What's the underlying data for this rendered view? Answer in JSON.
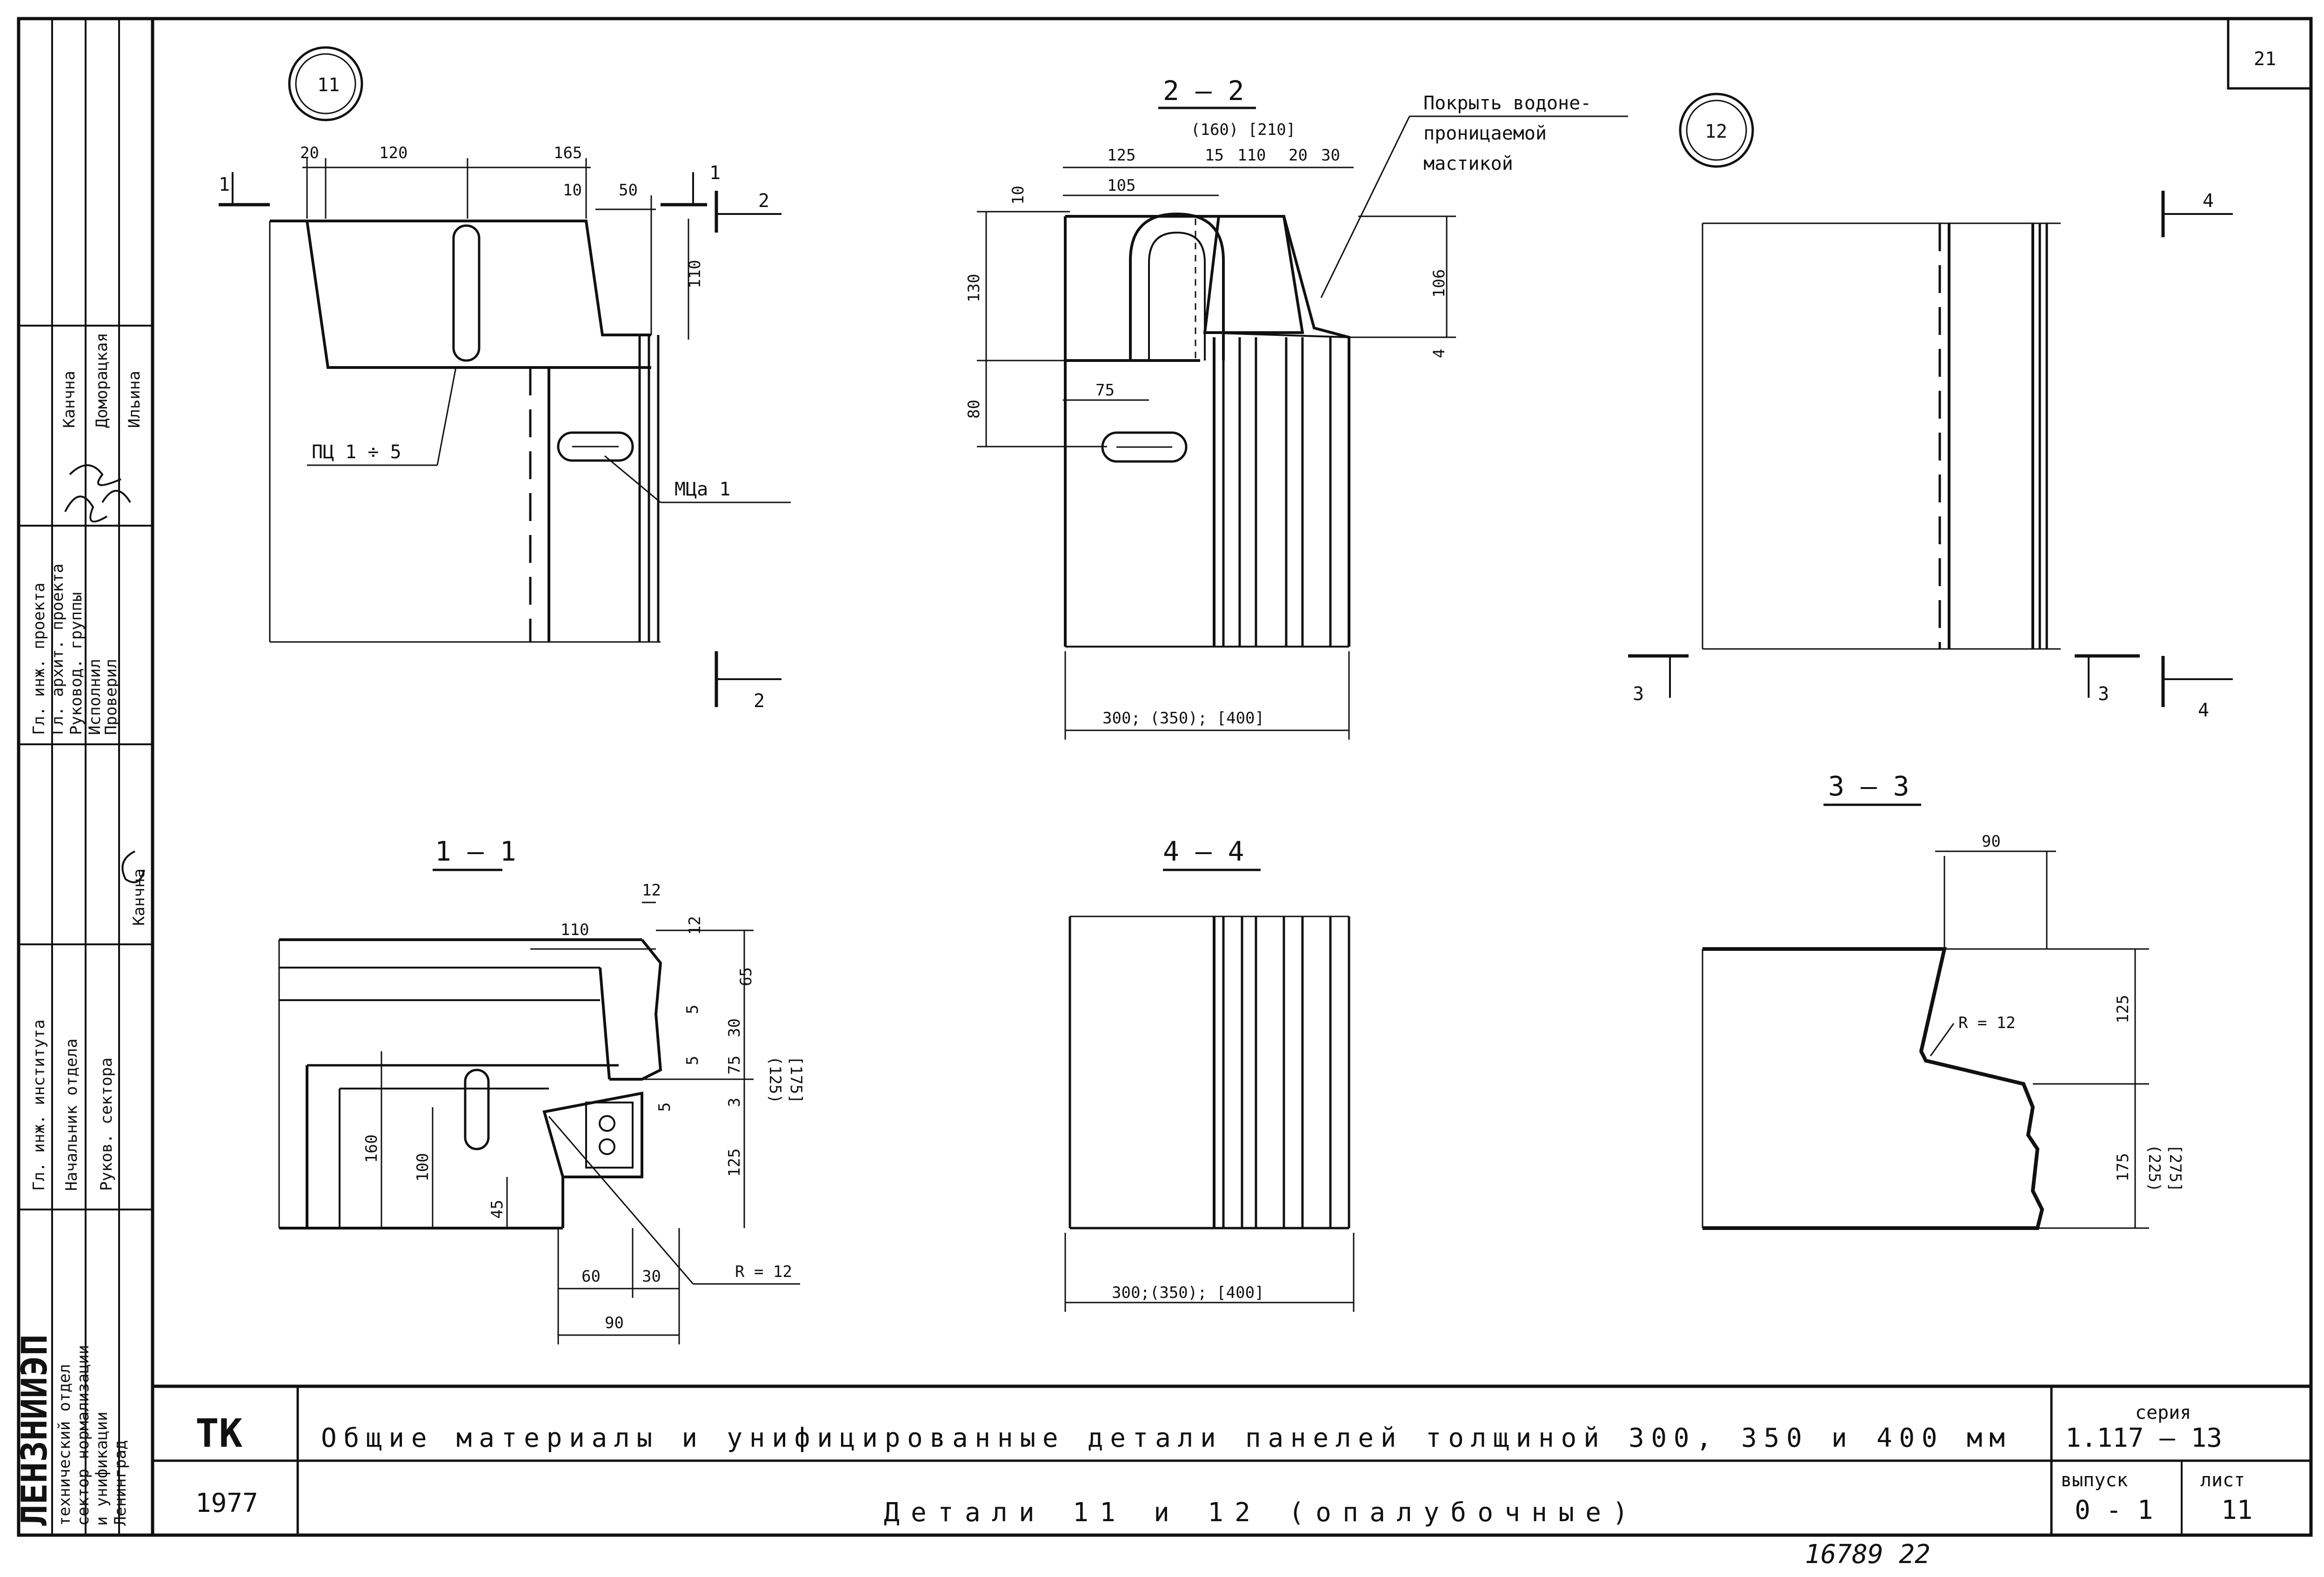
{
  "sheet_number": "21",
  "details": {
    "d11": {
      "marker": "11",
      "dims_top": [
        "20",
        "120",
        "165",
        "10",
        "50"
      ],
      "dim_height": "110",
      "section_1": "1",
      "section_2": "2",
      "label_pc": "ПЦ 1 ÷ 5",
      "label_mc": "МЦа 1"
    },
    "d12": {
      "marker": "12",
      "section_3": "3",
      "section_4": "4"
    }
  },
  "sections": {
    "s22": {
      "title": "2 — 2",
      "dims": [
        "125",
        "105",
        "(160) [210]",
        "15",
        "110",
        "20",
        "30",
        "10",
        "130",
        "80",
        "75",
        "106",
        "4"
      ],
      "bottom_dim": "300; (350); [400]",
      "note": [
        "Покрыть водоне-",
        "проницаемой",
        "мастикой"
      ]
    },
    "s11": {
      "title": "1 — 1",
      "dims": [
        "12",
        "110",
        "12",
        "65",
        "5",
        "30",
        "5",
        "75",
        "3",
        "125",
        "5",
        "160",
        "100",
        "45",
        "60",
        "30",
        "90"
      ],
      "dims_paren": [
        "(125)",
        "[175]"
      ],
      "radius": "R = 12"
    },
    "s44": {
      "title": "4 — 4",
      "bottom_dim": "300;(350); [400]"
    },
    "s33": {
      "title": "3 — 3",
      "dims": [
        "90",
        "125",
        "175"
      ],
      "dims_paren": [
        "(225)",
        "[275]"
      ],
      "radius": "R = 12"
    }
  },
  "title_block": {
    "org": "ТК",
    "year": "1977",
    "title": "Общие материалы и унифицированные детали панелей толщиной 300, 350 и 400 мм",
    "subtitle": "Детали 11 и 12 (опалубочные)",
    "series_label": "серия",
    "series": "1.117 — 13",
    "issue_label": "выпуск",
    "issue": "0 - 1",
    "sheet_label": "лист",
    "sheet": "11"
  },
  "side_stamp": {
    "institute": "ЛЕНЗНИИЭП",
    "dept": [
      "технический отдел",
      "сектор нормализации",
      "и унификации",
      "Ленинград"
    ],
    "roles": [
      "Гл. инж. института",
      "Начальник отдела",
      "Руков. сектора",
      "Гл. инж. проекта",
      "Гл. архит. проекта",
      "Руковод. группы",
      "Исполнил",
      "Проверил"
    ],
    "names": [
      "Канчна",
      "Канчна",
      "Доморацкая",
      "Ильина"
    ]
  },
  "stamp_number": "16789  22"
}
